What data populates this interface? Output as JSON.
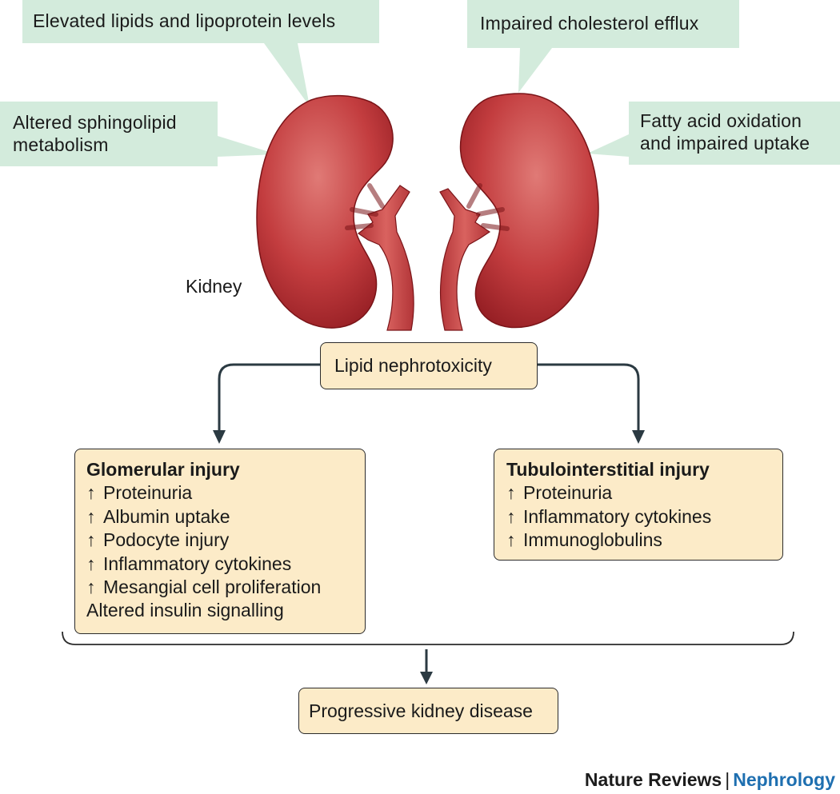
{
  "callouts": {
    "elevated_lipids": "Elevated lipids and lipoprotein levels",
    "cholesterol_efflux": "Impaired cholesterol efflux",
    "sphingolipid": [
      "Altered sphingolipid",
      "metabolism"
    ],
    "fatty_acid": [
      "Fatty acid oxidation",
      "and impaired uptake"
    ]
  },
  "kidney_label": "Kidney",
  "center_box": "Lipid nephrotoxicity",
  "glomerular": {
    "title": "Glomerular injury",
    "items": [
      {
        "arrow": "↑",
        "text": "Proteinuria"
      },
      {
        "arrow": "↑",
        "text": "Albumin uptake"
      },
      {
        "arrow": "↑",
        "text": "Podocyte injury"
      },
      {
        "arrow": "↑",
        "text": "Inflammatory cytokines"
      },
      {
        "arrow": "↑",
        "text": "Mesangial cell proliferation"
      },
      {
        "arrow": "",
        "text": "Altered insulin signalling"
      }
    ]
  },
  "tubulo": {
    "title": "Tubulointerstitial injury",
    "items": [
      {
        "arrow": "↑",
        "text": "Proteinuria"
      },
      {
        "arrow": "↑",
        "text": "Inflammatory cytokines"
      },
      {
        "arrow": "↑",
        "text": "Immunoglobulins"
      }
    ]
  },
  "outcome": "Progressive kidney disease",
  "credit": {
    "publisher": "Nature Reviews",
    "separator": "|",
    "journal": "Nephrology"
  },
  "colors": {
    "callout_fill": "#d3ebdc",
    "box_fill": "#fcebc8",
    "kidney_red": "#b5262c",
    "arrow_dark": "#2b3a42",
    "journal_blue": "#1e6fb0"
  }
}
